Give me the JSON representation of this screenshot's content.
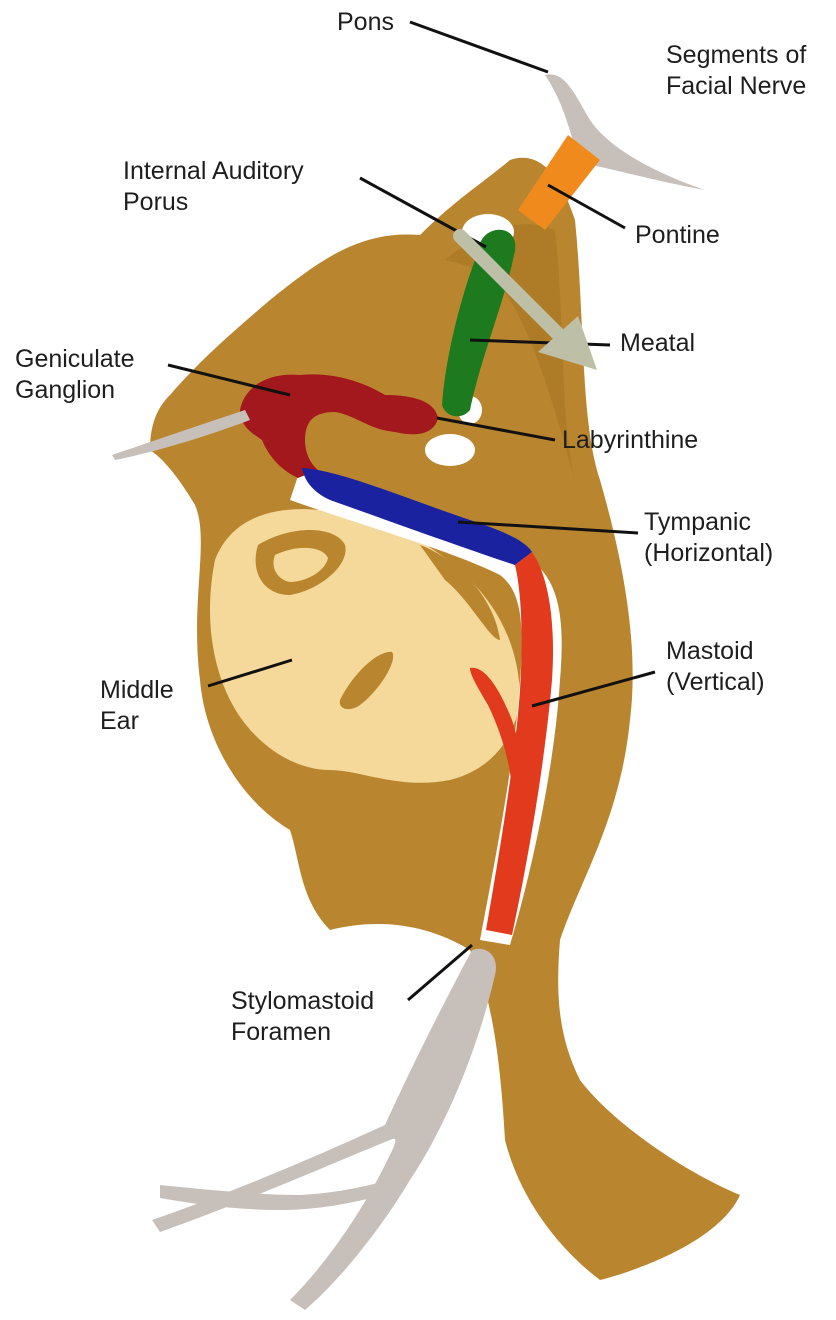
{
  "title": {
    "line1": "Segments of",
    "line2": "Facial Nerve"
  },
  "labels": {
    "pons": "Pons",
    "internal_auditory_porus": {
      "line1": "Internal Auditory",
      "line2": "Porus"
    },
    "pontine": "Pontine",
    "geniculate_ganglion": {
      "line1": "Geniculate",
      "line2": "Ganglion"
    },
    "meatal": "Meatal",
    "labyrinthine": "Labyrinthine",
    "tympanic": {
      "line1": "Tympanic",
      "line2": "(Horizontal)"
    },
    "middle_ear": {
      "line1": "Middle",
      "line2": "Ear"
    },
    "mastoid": {
      "line1": "Mastoid",
      "line2": "(Vertical)"
    },
    "stylomastoid_foramen": {
      "line1": "Stylomastoid",
      "line2": "Foramen"
    }
  },
  "colors": {
    "bone": "#b9862f",
    "bone_light": "#f4d99a",
    "nerve_grey": "#c7bfb9",
    "pontine": "#f08a1c",
    "meatal": "#1e7a1e",
    "labyrinthine": "#a3181c",
    "tympanic": "#1a22a0",
    "mastoid": "#e23a1c",
    "arrow": "#bdbfa6"
  }
}
